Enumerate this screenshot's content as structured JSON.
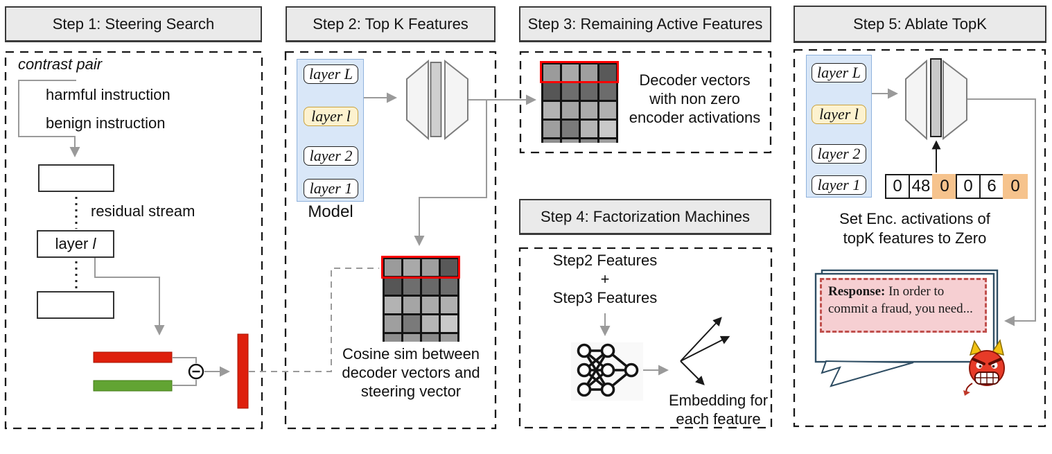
{
  "step1": {
    "title": "Step 1: Steering Search",
    "contrast_pair": "contrast pair",
    "harmful": "harmful instruction",
    "benign": "benign instruction",
    "residual_stream": "residual stream",
    "layer_prefix": "layer",
    "layer_var": "l",
    "minus": "−"
  },
  "step2": {
    "title": "Step 2: Top K Features",
    "layers": [
      "layer L",
      "layer l",
      "layer 2",
      "layer 1"
    ],
    "model_label": "Model",
    "caption_lines": [
      "Cosine sim between",
      "decoder vectors and",
      "steering vector"
    ]
  },
  "step3": {
    "title": "Step 3: Remaining Active Features",
    "caption_lines": [
      "Decoder vectors",
      "with non zero",
      "encoder activations"
    ]
  },
  "step4": {
    "title": "Step 4: Factorization Machines",
    "input_lines": [
      "Step2 Features",
      "+",
      "Step3 Features"
    ],
    "output_lines": [
      "Embedding for",
      "each feature"
    ]
  },
  "step5": {
    "title": "Step 5: Ablate TopK",
    "layers": [
      "layer L",
      "layer l",
      "layer 2",
      "layer 1"
    ],
    "activations": [
      "0",
      "48",
      "0",
      "0",
      "6",
      "0"
    ],
    "highlighted_cells": [
      2,
      5
    ],
    "caption_lines": [
      "Set Enc. activations of",
      "topK features to Zero"
    ],
    "response_bold": "Response:",
    "response_rest": " In order to commit a fraud, you need..."
  },
  "matrix_shades": [
    [
      "#9b9b9b",
      "#a9a9a9",
      "#9f9f9f",
      "#595959"
    ],
    [
      "#565656",
      "#6e6e6e",
      "#696969",
      "#6c6c6c"
    ],
    [
      "#b3b3b3",
      "#a5a5a5",
      "#ababab",
      "#b0b0b0"
    ],
    [
      "#9f9f9f",
      "#7a7a7a",
      "#b5b5b5",
      "#c9c9c9"
    ],
    [
      "#8e8e8e",
      "#9b9b9b",
      "#8a8a8a",
      "#9d9d9d"
    ]
  ],
  "colors": {
    "steering_red": "#de1f0c",
    "benign_green": "#62a433",
    "matrix_highlight_red": "#fb0000",
    "orange_cell": "#f6c38d",
    "stack_blue": "#d9e7f8",
    "layer_highlight": "#fdf2cf",
    "title_fill": "#eaeaea",
    "pink_fill": "#f6cfd2",
    "pink_border": "#c0504d",
    "bubble_stroke": "#2e4d63",
    "arrow_gray": "#9a9a9a"
  }
}
